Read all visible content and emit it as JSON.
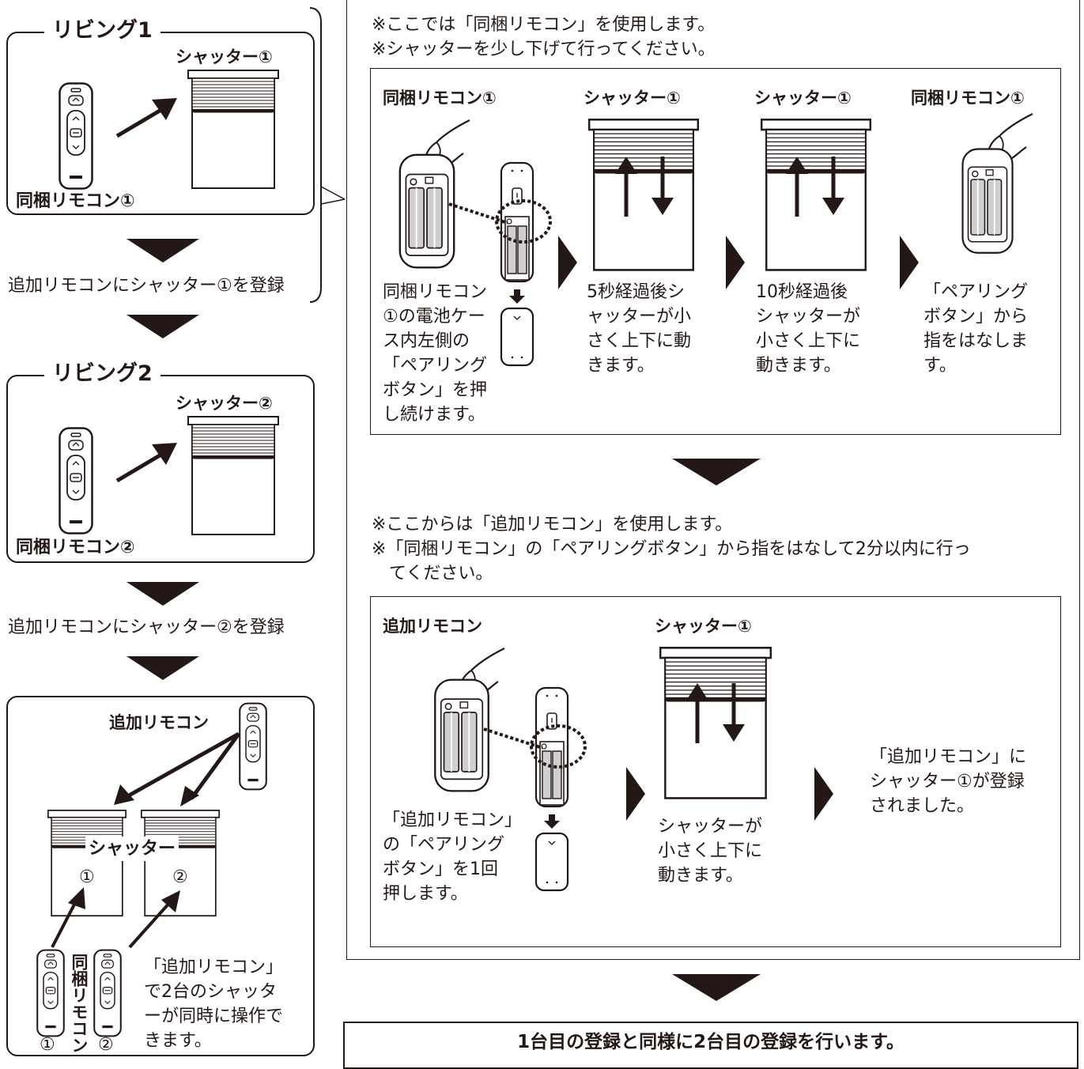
{
  "left": {
    "living1": {
      "title": "リビング1",
      "shutter_label": "シャッター①",
      "remote_label": "同梱リモコン①"
    },
    "step1_caption": "追加リモコンにシャッター①を登録",
    "living2": {
      "title": "リビング2",
      "shutter_label": "シャッター②",
      "remote_label": "同梱リモコン②"
    },
    "step2_caption": "追加リモコンにシャッター②を登録",
    "result": {
      "added_remote_label": "追加リモコン",
      "shutter_label": "シャッター",
      "shutter1_num": "①",
      "shutter2_num": "②",
      "bundled_label": "同梱リモコン",
      "remote1_num": "①",
      "remote2_num": "②",
      "desc_lines": [
        "「追加リモコン」",
        "で2台のシャッタ",
        "ーが同時に操作で",
        "きます。"
      ]
    }
  },
  "right": {
    "note1_lines": [
      "※ここでは「同梱リモコン」を使用します。",
      "※シャッターを少し下げて行ってください。"
    ],
    "panel1": {
      "step1": {
        "label": "同梱リモコン①",
        "desc_lines": [
          "同梱リモコン",
          "①の電池ケー",
          "ス内左側の",
          "「ペアリング",
          "ボタン」を押",
          "し続けます。"
        ]
      },
      "step2": {
        "label": "シャッター①",
        "desc_lines": [
          "5秒経過後シ",
          "ャッターが小",
          "さく上下に動",
          "きます。"
        ]
      },
      "step3": {
        "label": "シャッター①",
        "desc_lines": [
          "10秒経過後",
          "シャッターが",
          "小さく上下に",
          "動きます。"
        ]
      },
      "step4": {
        "label": "同梱リモコン①",
        "desc_lines": [
          "「ペアリング",
          "ボタン」から",
          "指をはなしま",
          "す。"
        ]
      }
    },
    "note2_lines": [
      "※ここからは「追加リモコン」を使用します。",
      "※「同梱リモコン」の「ペアリングボタン」から指をはなして2分以内に行っ",
      "　てください。"
    ],
    "panel2": {
      "step1": {
        "label": "追加リモコン",
        "desc_lines": [
          "「追加リモコン」",
          "の「ペアリング",
          "ボタン」を1回",
          "押します。"
        ]
      },
      "step2": {
        "label": "シャッター①",
        "desc_lines": [
          "シャッターが",
          "小さく上下に",
          "動きます。"
        ]
      },
      "step3": {
        "desc_lines": [
          "「追加リモコン」に",
          "シャッター①が登録",
          "されました。"
        ]
      }
    },
    "bottom_box": "1台目の登録と同様に2台目の登録を行います。"
  }
}
